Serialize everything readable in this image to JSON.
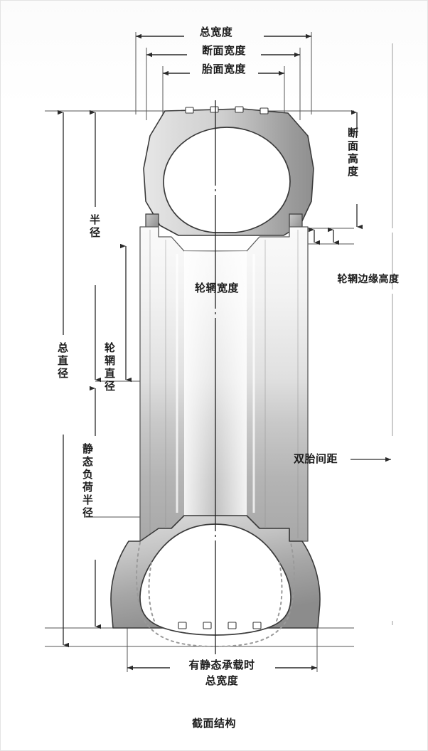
{
  "figure": {
    "caption": "截面结构",
    "title_top": "总宽度",
    "colors": {
      "line": "#333333",
      "tread_dark": "#8a8a8a",
      "tread_light": "#d8d8d8",
      "rim_light": "#f0f0f0",
      "rim_mid": "#b9b9b9",
      "background": "#ffffff",
      "border": "#e3e3e3",
      "text": "#1c1c1c"
    }
  },
  "dimensions": {
    "overall_width": "总宽度",
    "section_width": "断面宽度",
    "tread_width": "胎面宽度",
    "section_height": "断面高度",
    "rim_flange_height": "轮辋边缘高度",
    "rim_width": "轮辋宽度",
    "rim_diameter": "轮辋直径",
    "radius": "半径",
    "overall_diameter": "总直径",
    "static_loaded_radius": "静态负荷半径",
    "dual_tire_spacing": "双胎间距",
    "static_load_overall_width_line1": "有静态承载时",
    "static_load_overall_width_line2": "总宽度"
  }
}
